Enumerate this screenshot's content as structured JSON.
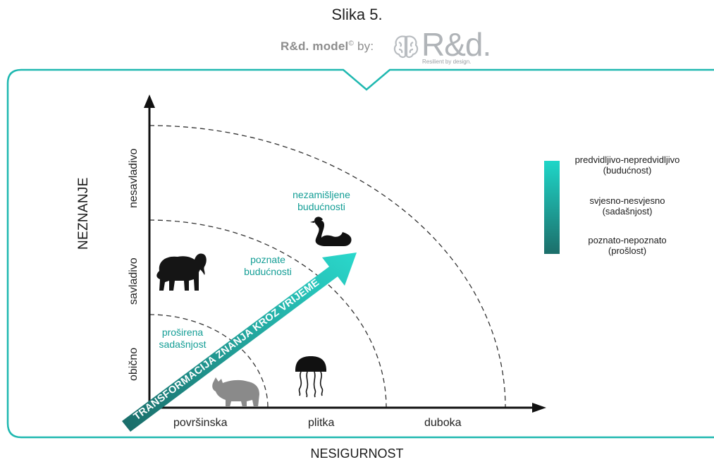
{
  "figure": {
    "title": "Slika 5.",
    "brand": {
      "model_text": "R&d. model",
      "copyright": "©",
      "by_text": "by:",
      "logo_text": "R&d.",
      "tagline": "Resilient by design."
    }
  },
  "axes": {
    "y_label": "NEZNANJE",
    "x_label": "NESIGURNOST",
    "y_ticks": [
      "obično",
      "savladivo",
      "nesavladivo"
    ],
    "x_ticks": [
      "površinska",
      "plitka",
      "duboka"
    ]
  },
  "zones": [
    {
      "line1": "proširena",
      "line2": "sadašnjost"
    },
    {
      "line1": "poznate",
      "line2": "budućnosti"
    },
    {
      "line1": "nezamišljene",
      "line2": "budućnosti"
    }
  ],
  "arrow": {
    "label": "TRANSFORMACIJA ZNANJA KROZ VRIJEME"
  },
  "legend": {
    "items": [
      {
        "line1": "predvidljivo-nepredvidljivo",
        "line2": "(budućnost)"
      },
      {
        "line1": "svjesno-nesvjesno",
        "line2": "(sadašnjost)"
      },
      {
        "line1": "poznato-nepoznato",
        "line2": "(prošlost)"
      }
    ],
    "gradient_top": "#1fd6c8",
    "gradient_bottom": "#1c6e6a"
  },
  "animals": [
    {
      "name": "elephant",
      "icon": "elephant-icon"
    },
    {
      "name": "black swan",
      "icon": "black-swan-icon"
    },
    {
      "name": "rhino",
      "icon": "rhino-icon"
    },
    {
      "name": "jellyfish",
      "icon": "jellyfish-icon"
    }
  ],
  "colors": {
    "frame": "#1fb8b0",
    "accent_text": "#149e96",
    "arrow_start": "#1a6b68",
    "arrow_end": "#2ad8cc"
  }
}
